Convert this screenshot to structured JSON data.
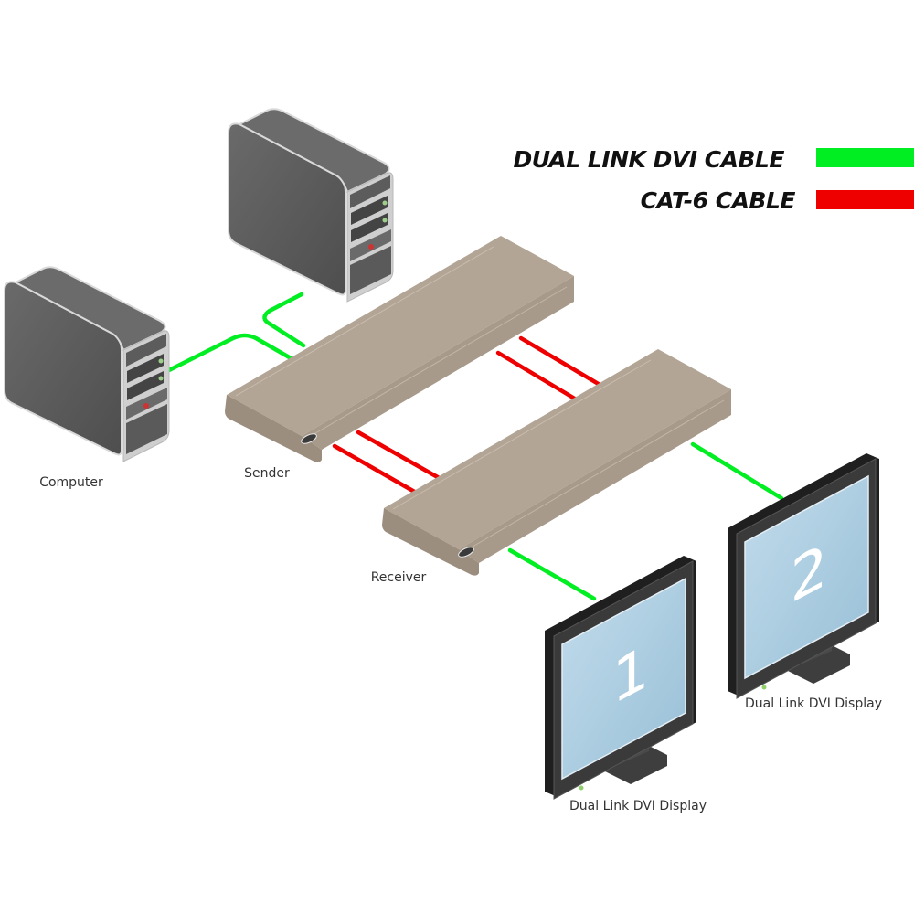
{
  "legend": {
    "items": [
      {
        "label": "DUAL LINK DVI CABLE",
        "color": "#00ee22"
      },
      {
        "label": "CAT-6 CABLE",
        "color": "#ee0000"
      }
    ]
  },
  "devices": {
    "computer_left": {
      "label": "Computer"
    },
    "computer_right": {
      "label": ""
    },
    "sender": {
      "label": "Sender"
    },
    "receiver": {
      "label": "Receiver"
    },
    "display_1": {
      "label": "Dual Link DVI Display",
      "screen_number": "1"
    },
    "display_2": {
      "label": "Dual Link DVI Display",
      "screen_number": "2"
    }
  },
  "colors": {
    "dvi_cable": "#00ee22",
    "cat6_cable": "#ee0000",
    "box_top": "#b3a595",
    "box_front": "#a09282",
    "box_side": "#8f8172",
    "tower_side": "#5e5e5e",
    "tower_top": "#6e6e6e",
    "tower_front": "#cfcfcf",
    "screen": "#a9cbe0",
    "bezel": "#2a2a2a"
  }
}
